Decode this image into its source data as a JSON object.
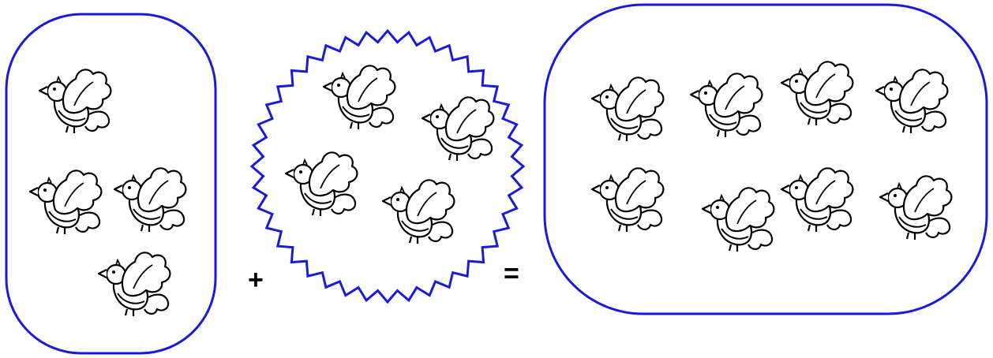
{
  "colors": {
    "frame": "#1a1adb",
    "ink": "#000000",
    "background": "#ffffff"
  },
  "groups": [
    {
      "name": "group-left",
      "count": 4,
      "icon": "bird-icon"
    },
    {
      "name": "group-middle",
      "count": 4,
      "icon": "bird-icon"
    },
    {
      "name": "group-result",
      "count": 8,
      "icon": "bird-icon"
    }
  ],
  "operators": {
    "plus": "+",
    "equals": "="
  }
}
